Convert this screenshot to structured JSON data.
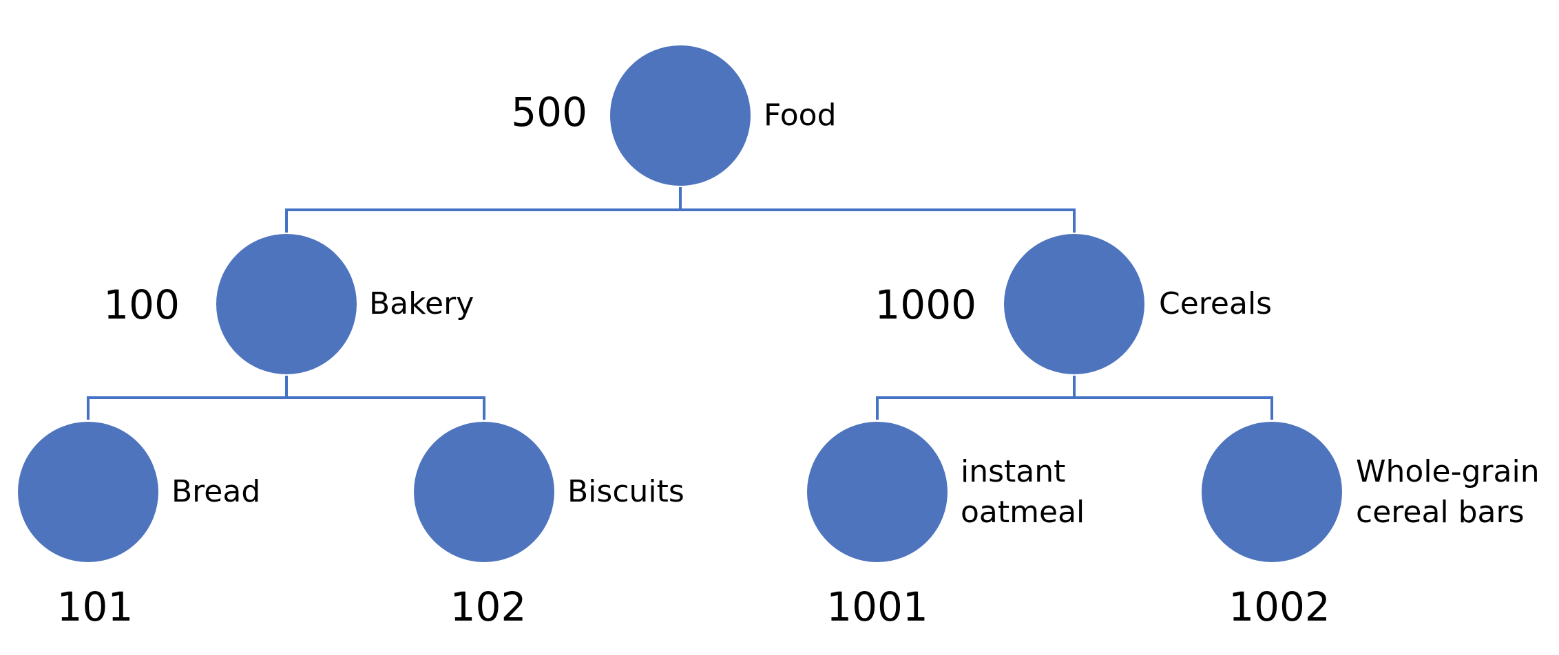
{
  "nodes": {
    "food": {
      "name": [
        "Food"
      ],
      "code": "500"
    },
    "bakery": {
      "name": [
        "Bakery"
      ],
      "code": "100"
    },
    "cereals": {
      "name": [
        "Cereals"
      ],
      "code": "1000"
    },
    "bread": {
      "name": [
        "Bread"
      ],
      "code": "101"
    },
    "biscuits": {
      "name": [
        "Biscuits"
      ],
      "code": "102"
    },
    "oatmeal": {
      "name": [
        "instant",
        "oatmeal"
      ],
      "code": "1001"
    },
    "bars": {
      "name": [
        "Whole-grain",
        "cereal bars"
      ],
      "code": "1002"
    }
  },
  "edges": [
    [
      "food",
      "bakery"
    ],
    [
      "food",
      "cereals"
    ],
    [
      "bakery",
      "bread"
    ],
    [
      "bakery",
      "biscuits"
    ],
    [
      "cereals",
      "oatmeal"
    ],
    [
      "cereals",
      "bars"
    ]
  ],
  "colors": {
    "node_fill": "#4E74BE",
    "connector": "#4472C4"
  }
}
